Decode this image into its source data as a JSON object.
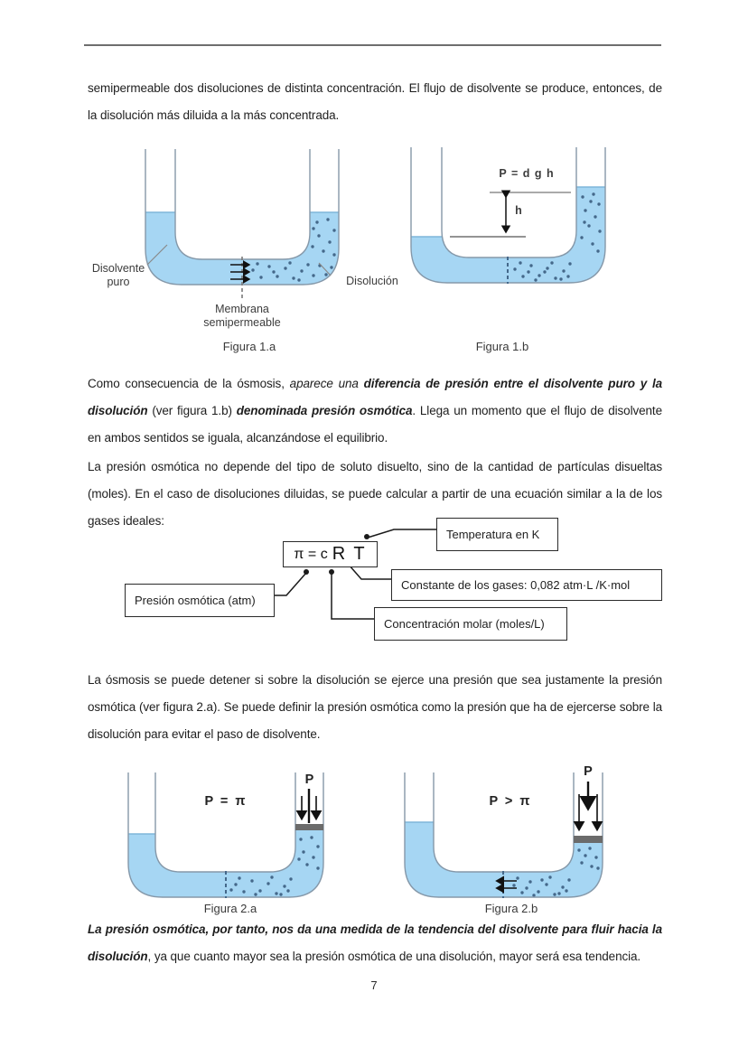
{
  "document": {
    "page_number": "7",
    "body": {
      "p1": "semipermeable dos disoluciones de distinta concentración. El flujo de disolvente se produce, entonces, de la disolución más diluida a la más concentrada.",
      "p2": {
        "seg1": "Como consecuencia de la ósmosis, ",
        "seg2_italic": "aparece una ",
        "seg3_bolditalic": "diferencia de presión entre el disolvente puro y la disolución",
        "seg4": " (ver figura 1.b) ",
        "seg5_bolditalic": "denominada presión osmótica",
        "seg6": ". Llega un momento que el flujo de disolvente en ambos sentidos se iguala, alcanzándose el equilibrio."
      },
      "p3": "La presión osmótica no depende del tipo de soluto disuelto, sino de la cantidad de partículas disueltas (moles). En el caso de disoluciones diluidas, se puede calcular a partir de una ecuación similar a la de los gases ideales:",
      "p4": "La ósmosis se puede detener si sobre la disolución se ejerce una presión que sea justamente la presión osmótica (ver figura 2.a). Se puede definir la presión osmótica como la presión que ha de ejercerse sobre la disolución para evitar el paso de disolvente.",
      "p5": {
        "seg1_bolditalic": "La presión osmótica, por tanto, nos da una medida de la tendencia del disolvente para fluir hacia la disolución",
        "seg2": ", ya que cuanto mayor sea la presión osmótica de una disolución, mayor será esa tendencia."
      }
    },
    "figures": {
      "fig1a": {
        "caption": "Figura 1.a",
        "left_label": "Disolvente puro",
        "right_label": "Disolución",
        "membrane_label": "Membrana semipermeable"
      },
      "fig1b": {
        "caption": "Figura 1.b",
        "pressure_formula": "P = d g h",
        "height_label": "h"
      },
      "fig2a": {
        "caption": "Figura 2.a",
        "equation": "P = π",
        "pressure_label": "P"
      },
      "fig2b": {
        "caption": "Figura 2.b",
        "equation": "P > π",
        "pressure_label": "P"
      }
    },
    "formula_diagram": {
      "formula_left": "π = c",
      "formula_right": "R T",
      "temperature": "Temperatura en K",
      "gas_constant": "Constante de los gases: 0,082 atm·L /K·mol",
      "osmotic_pressure": "Presión osmótica (atm)",
      "concentration": "Concentración molar (moles/L)"
    },
    "colors": {
      "liquid_blue": "#a6d6f3",
      "tube_stroke": "#8598a9",
      "solute_dot": "#44688a",
      "piston_gray": "#6b6b6b"
    }
  }
}
